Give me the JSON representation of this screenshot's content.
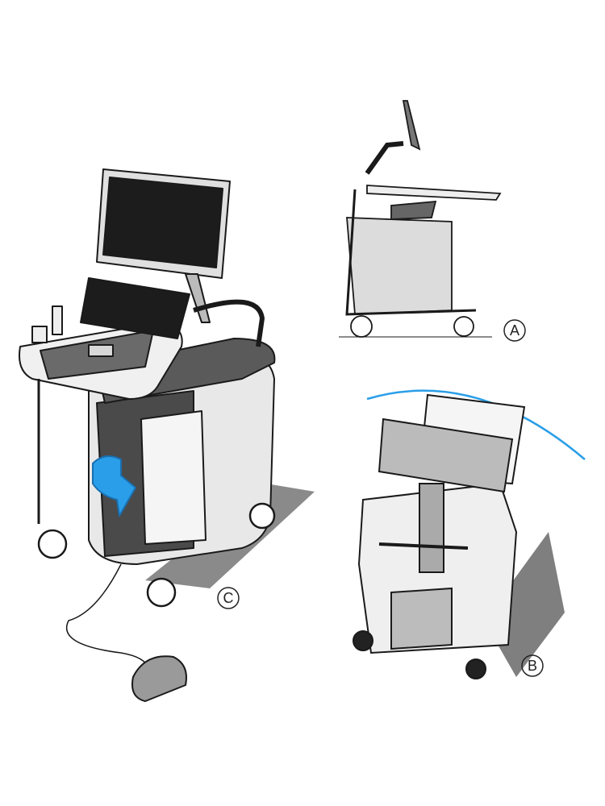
{
  "sketches": [
    {
      "id": "c",
      "label": "C",
      "subject": "cart-ultrasound-system"
    },
    {
      "id": "a",
      "label": "A",
      "subject": "side-view-cart-concept"
    },
    {
      "id": "b",
      "label": "B",
      "subject": "rear-view-rotating-console"
    }
  ],
  "colors": {
    "ink": "#1a1a1a",
    "accent_blue": "#2a9ee8",
    "panel_gray": "#cfcfcf",
    "dark_body": "#4a4a4a",
    "screen": "#1c1c1c"
  }
}
